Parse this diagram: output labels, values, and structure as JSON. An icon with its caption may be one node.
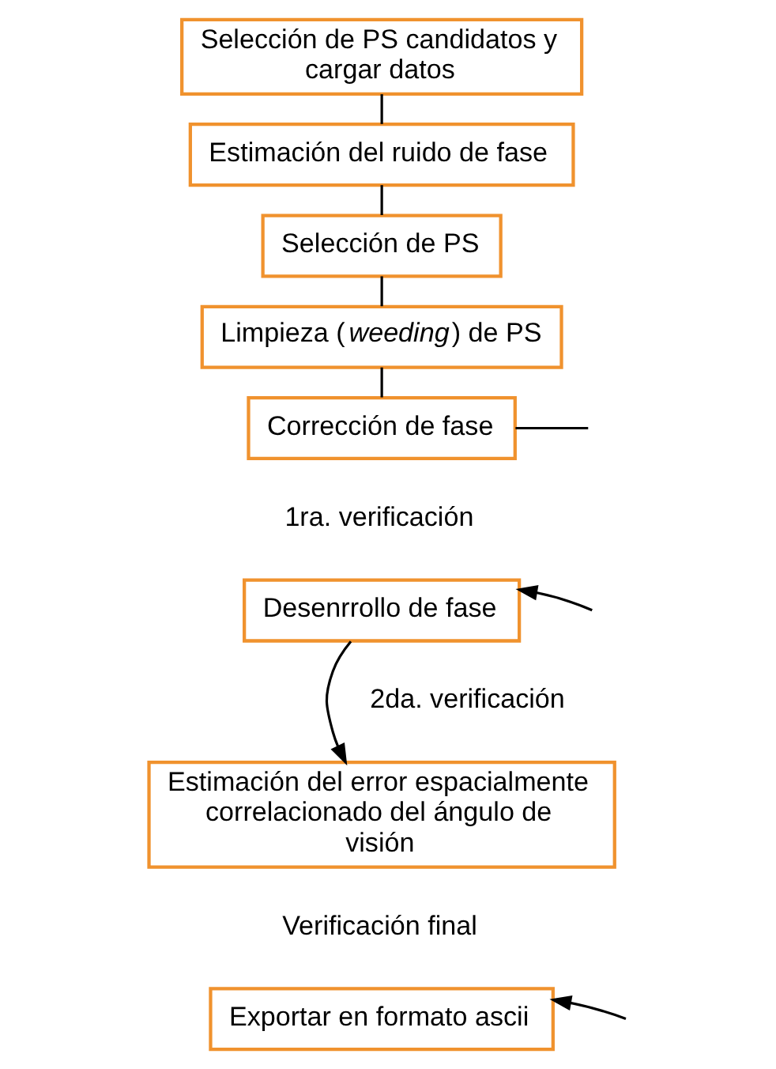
{
  "diagram": {
    "nodes": [
      {
        "text": [
          "Selección de PS candidatos y cargar datos"
        ]
      },
      {
        "text": [
          "Estimación del ruido de fase"
        ]
      },
      {
        "text": [
          "Selección de PS"
        ]
      },
      {
        "text": [
          "Limpieza (*weeding*) de PS"
        ]
      },
      {
        "text": [
          "Corrección de fase"
        ]
      },
      {
        "text": [
          "Desenrrollo de fase"
        ]
      },
      {
        "text": [
          "Estimación del error espacialmente correlacionado del ángulo de visión"
        ]
      },
      {
        "text": [
          "Exportar en formato ascii"
        ]
      }
    ],
    "edges": [
      {
        "from": 0,
        "to": 1,
        "arrow": "none"
      },
      {
        "from": 1,
        "to": 2,
        "arrow": "none"
      },
      {
        "from": 2,
        "to": 3,
        "arrow": "none"
      },
      {
        "from": 3,
        "to": 4,
        "arrow": "none"
      },
      {
        "from": 4,
        "to": null,
        "arrow": "none"
      },
      {
        "from": null,
        "to": 5,
        "arrow": "to"
      },
      {
        "from": 5,
        "to": 6,
        "arrow": "to"
      },
      {
        "from": null,
        "to": 7,
        "arrow": "to"
      }
    ],
    "labels": [
      "1ra. verificación",
      "2da. verificación",
      "Verificación final"
    ]
  }
}
